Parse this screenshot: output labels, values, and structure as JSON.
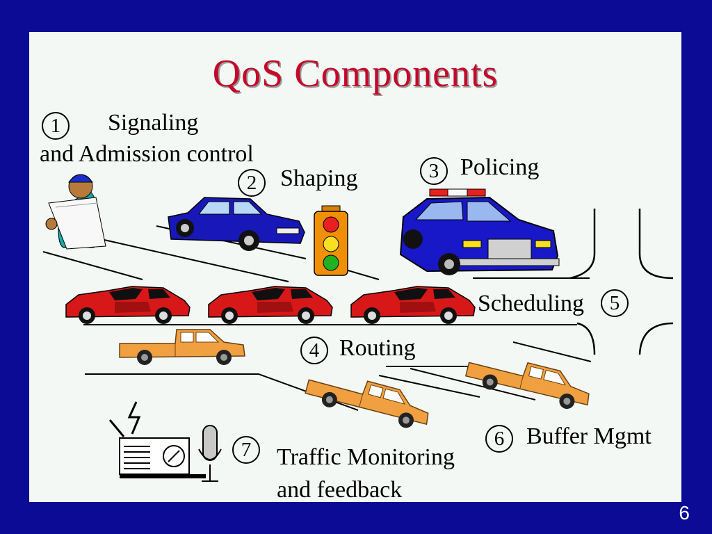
{
  "title": "QoS Components",
  "components": [
    {
      "number": "1",
      "label": "Signaling",
      "label2": "and Admission control",
      "icon": "person-reading-map-icon"
    },
    {
      "number": "2",
      "label": "Shaping",
      "icon": "traffic-light-icon"
    },
    {
      "number": "3",
      "label": "Policing",
      "icon": "police-car-icon"
    },
    {
      "number": "4",
      "label": "Routing",
      "icon": "pickup-truck-icon"
    },
    {
      "number": "5",
      "label": "Scheduling",
      "icon": "intersection-icon"
    },
    {
      "number": "6",
      "label": "Buffer Mgmt",
      "icon": "truck-queue-icon"
    },
    {
      "number": "7",
      "label": "Traffic Monitoring",
      "label2": "and feedback",
      "icon": "radio-microphone-icon"
    }
  ],
  "page_number": "6",
  "colors": {
    "background": "#0b0b95",
    "slide": "#f4f8f4",
    "title": "#c4082a",
    "red_car": "#d81818",
    "blue_car": "#1818b8",
    "truck": "#f0a040"
  }
}
